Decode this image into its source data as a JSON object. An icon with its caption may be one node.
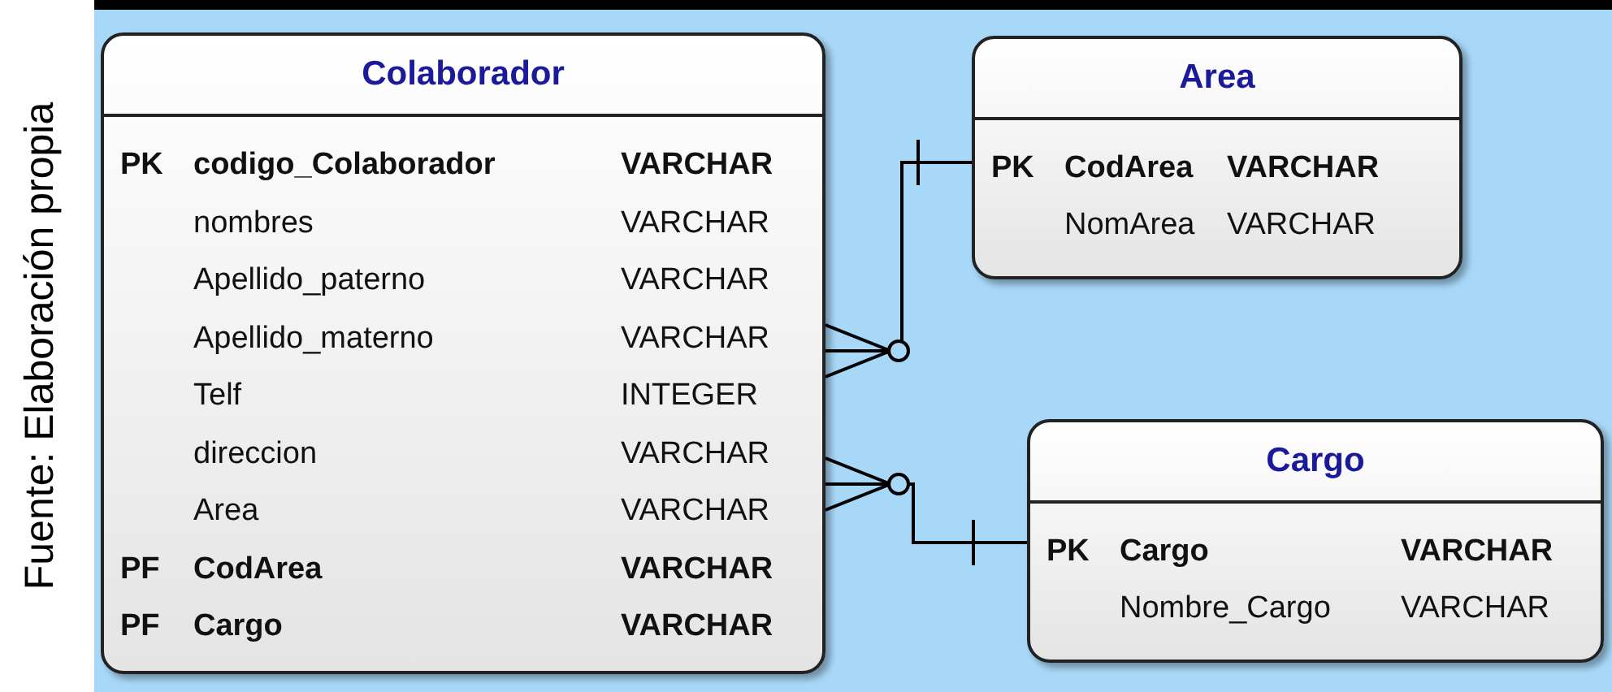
{
  "diagram": {
    "caption": "Fuente: Elaboración propia",
    "nodes": [
      {
        "text": [
          "Colaborador",
          "PK",
          "codigo_Colaborador",
          "VARCHAR",
          "nombres",
          "VARCHAR",
          "Apellido_paterno",
          "VARCHAR",
          "Apellido_materno",
          "VARCHAR",
          "Telf",
          "INTEGER",
          "direccion",
          "VARCHAR",
          "Area",
          "VARCHAR",
          "PF",
          "CodArea",
          "VARCHAR",
          "PF",
          "Cargo",
          "VARCHAR"
        ]
      },
      {
        "text": [
          "Area",
          "PK",
          "CodArea",
          "VARCHAR",
          "NomArea",
          "VARCHAR"
        ]
      },
      {
        "text": [
          "Cargo",
          "PK",
          "Cargo",
          "VARCHAR",
          "Nombre_Cargo",
          "VARCHAR"
        ]
      }
    ],
    "edges": [
      {
        "from": 0,
        "to": 1,
        "arrow": "other"
      },
      {
        "from": 0,
        "to": 2,
        "arrow": "other"
      }
    ]
  }
}
